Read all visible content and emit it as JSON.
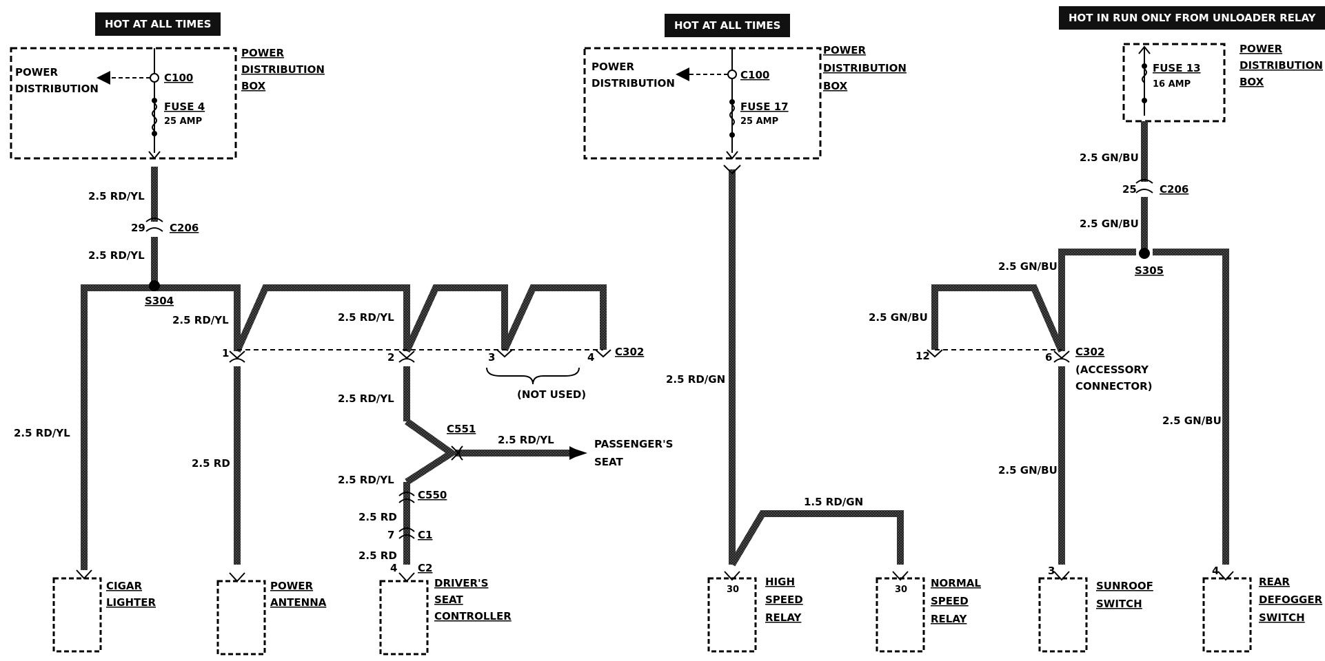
{
  "banners": {
    "left": "HOT AT ALL TIMES",
    "middle": "HOT AT ALL TIMES",
    "right": "HOT IN RUN ONLY FROM UNLOADER RELAY"
  },
  "pdb_left": {
    "name_l1": "POWER",
    "name_l2": "DISTRIBUTION",
    "name_l3": "BOX",
    "inner_l1": "POWER",
    "inner_l2": "DISTRIBUTION",
    "connector": "C100",
    "fuse": "FUSE 4",
    "amp": "25 AMP"
  },
  "pdb_mid": {
    "name_l1": "POWER",
    "name_l2": "DISTRIBUTION",
    "name_l3": "BOX",
    "inner_l1": "POWER",
    "inner_l2": "DISTRIBUTION",
    "connector": "C100",
    "fuse": "FUSE 17",
    "amp": "25 AMP"
  },
  "pdb_right": {
    "name_l1": "POWER",
    "name_l2": "DISTRIBUTION",
    "name_l3": "BOX",
    "fuse": "FUSE 13",
    "amp": "16 AMP"
  },
  "wires": {
    "l_rdyl_1": "2.5 RD/YL",
    "l_rdyl_2": "2.5 RD/YL",
    "l_rdyl_3": "2.5 RD/YL",
    "l_rdyl_4": "2.5 RD/YL",
    "l_rdyl_5": "2.5 RD/YL",
    "l_rdyl_6": "2.5 RD/YL",
    "l_rdyl_7": "2.5 RD/YL",
    "l_rdyl_8": "2.5 RD/YL",
    "l_rd_1": "2.5 RD",
    "l_rd_2": "2.5 RD",
    "l_rd_3": "2.5 RD",
    "m_rdgn_1": "2.5 RD/GN",
    "m_rdgn_2": "1.5 RD/GN",
    "r_gnbu_1": "2.5 GN/BU",
    "r_gnbu_2": "2.5 GN/BU",
    "r_gnbu_3": "2.5 GN/BU",
    "r_gnbu_4": "2.5 GN/BU",
    "r_gnbu_5": "2.5 GN/BU",
    "r_gnbu_6": "2.5 GN/BU"
  },
  "connectors": {
    "c206_left": "C206",
    "c206_left_pin": "29",
    "s304": "S304",
    "c302_left": "C302",
    "pin1": "1",
    "pin2": "2",
    "pin3": "3",
    "pin4": "4",
    "not_used": "(NOT USED)",
    "c551": "C551",
    "c550": "C550",
    "c1": "C1",
    "c1_pin": "7",
    "c2": "C2",
    "c2_pin": "4",
    "c206_right": "C206",
    "c206_right_pin": "25",
    "s305": "S305",
    "c302_right": "C302",
    "c302_right_l2": "(ACCESSORY",
    "c302_right_l3": "CONNECTOR)",
    "pin12": "12",
    "pin6": "6",
    "hs_pin": "30",
    "ns_pin": "30",
    "sunroof_pin": "3",
    "defog_pin": "4"
  },
  "components": {
    "cigar_l1": "CIGAR",
    "cigar_l2": "LIGHTER",
    "antenna_l1": "POWER",
    "antenna_l2": "ANTENNA",
    "driver_l1": "DRIVER'S",
    "driver_l2": "SEAT",
    "driver_l3": "CONTROLLER",
    "passenger_l1": "PASSENGER'S",
    "passenger_l2": "SEAT",
    "hsr_l1": "HIGH",
    "hsr_l2": "SPEED",
    "hsr_l3": "RELAY",
    "nsr_l1": "NORMAL",
    "nsr_l2": "SPEED",
    "nsr_l3": "RELAY",
    "sunroof_l1": "SUNROOF",
    "sunroof_l2": "SWITCH",
    "defog_l1": "REAR",
    "defog_l2": "DEFOGGER",
    "defog_l3": "SWITCH"
  }
}
